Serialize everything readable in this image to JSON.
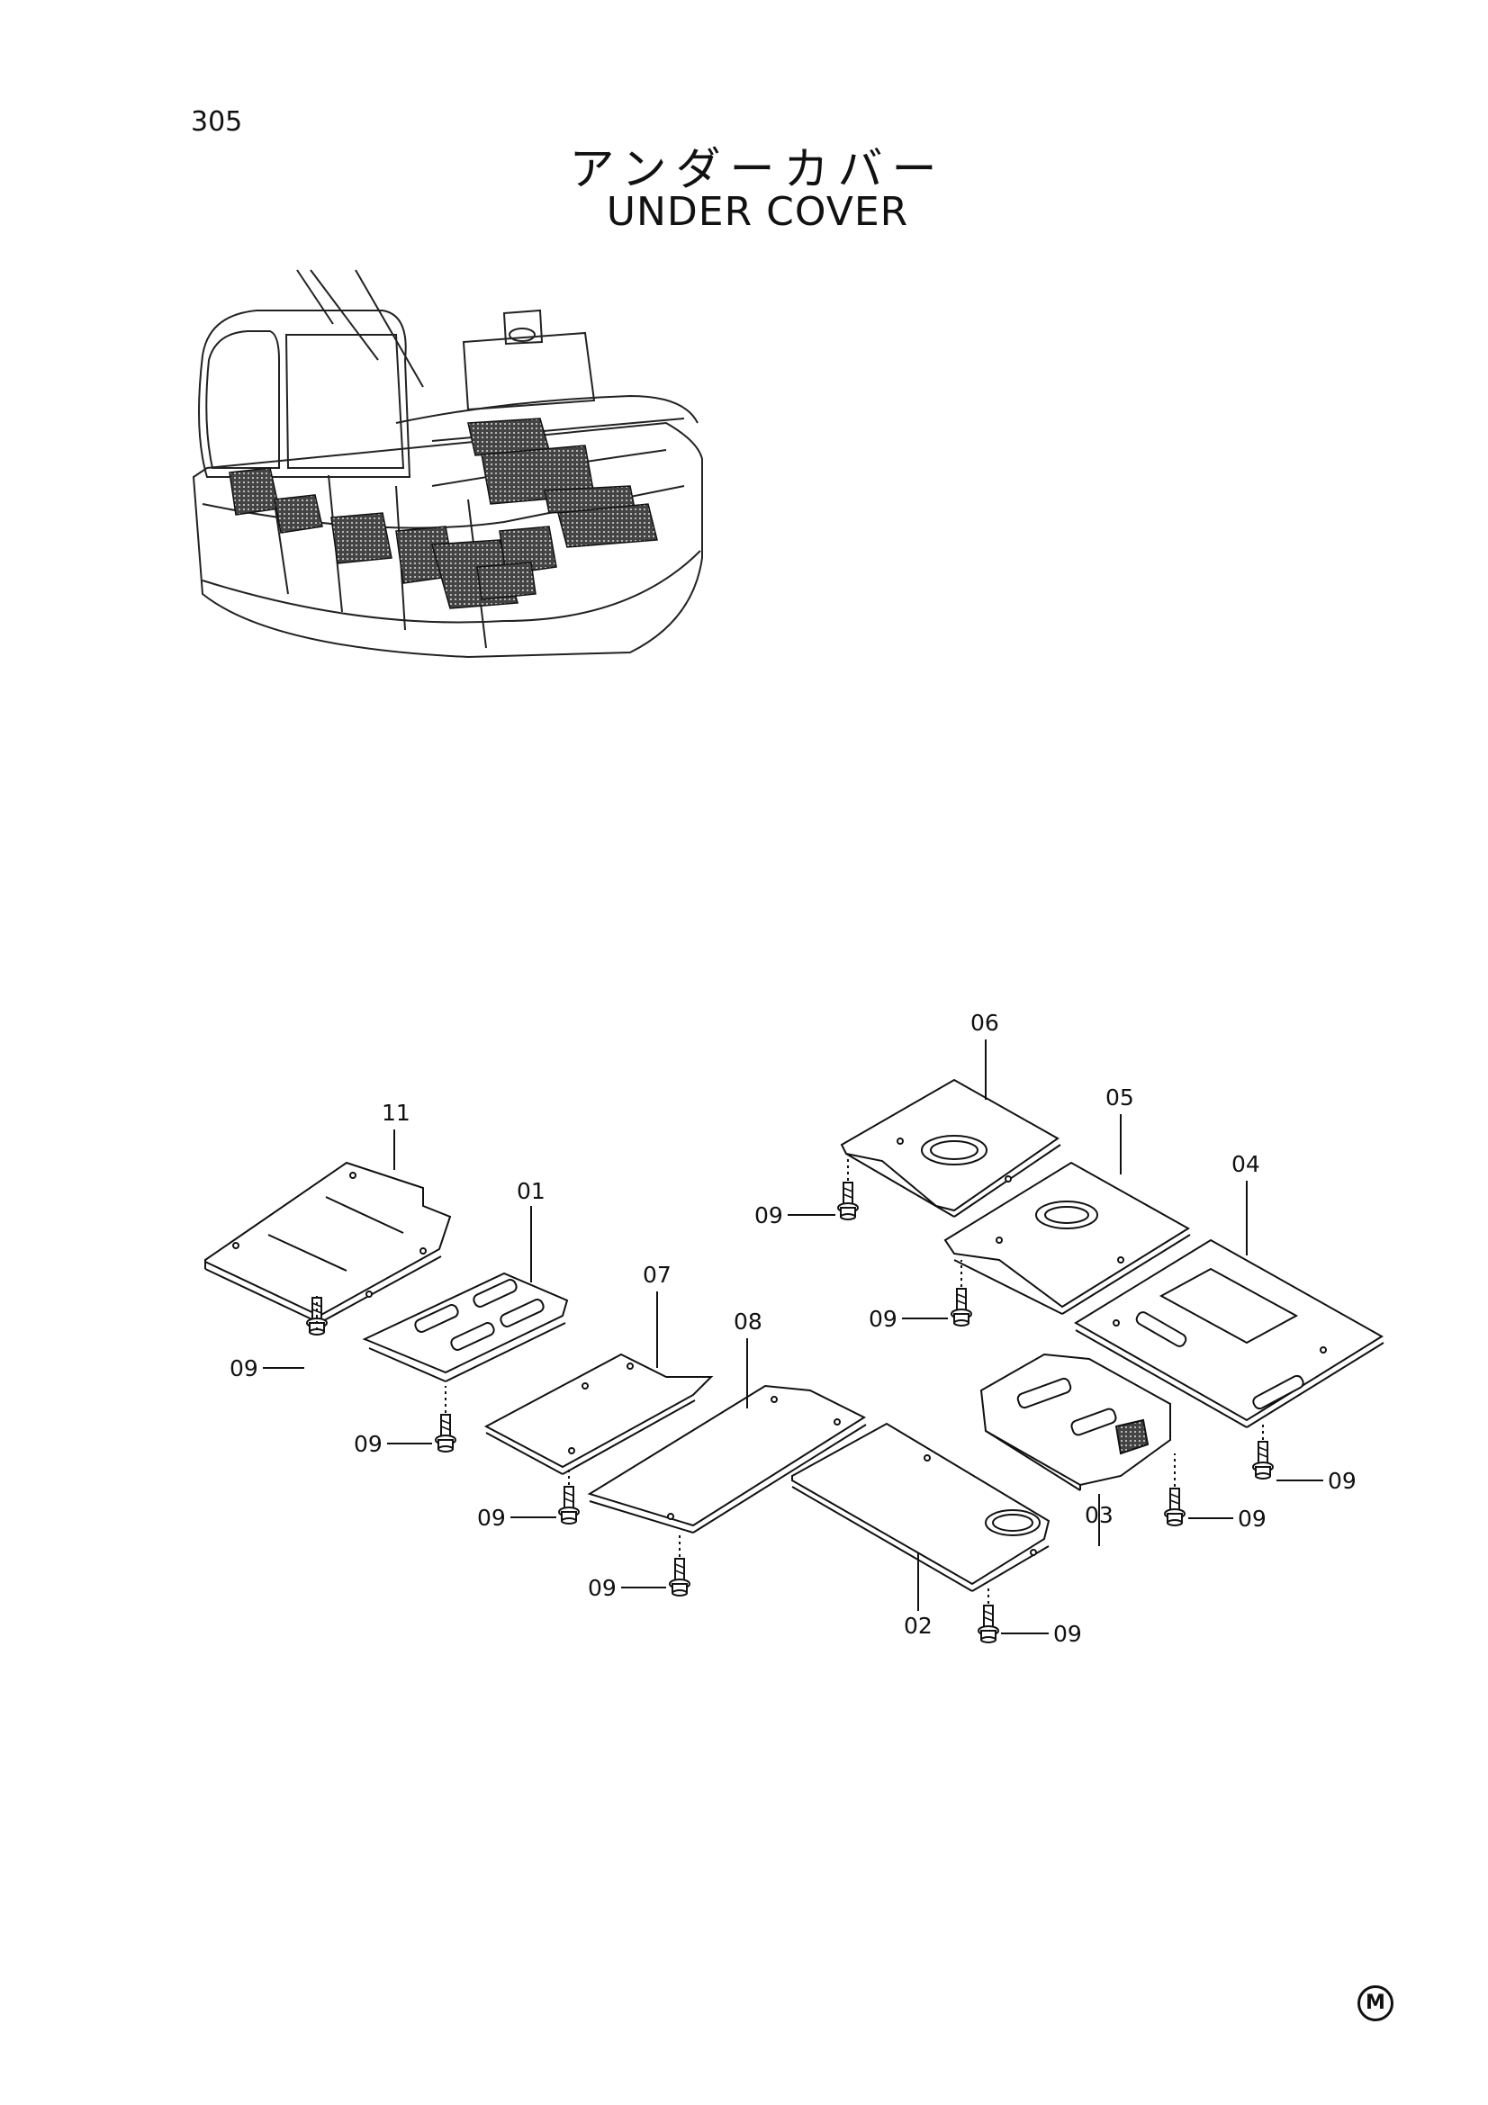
{
  "page": {
    "number": "305",
    "title_jp": "アンダーカバー",
    "title_en": "UNDER COVER",
    "maker_mark": "M"
  },
  "callouts": [
    {
      "id": "p06",
      "label": "06"
    },
    {
      "id": "p05",
      "label": "05"
    },
    {
      "id": "p04",
      "label": "04"
    },
    {
      "id": "p11",
      "label": "11"
    },
    {
      "id": "p01",
      "label": "01"
    },
    {
      "id": "p07",
      "label": "07"
    },
    {
      "id": "p08",
      "label": "08"
    },
    {
      "id": "p03",
      "label": "03"
    },
    {
      "id": "p02",
      "label": "02"
    },
    {
      "id": "b1",
      "label": "09"
    },
    {
      "id": "b2",
      "label": "09"
    },
    {
      "id": "b3",
      "label": "09"
    },
    {
      "id": "b4",
      "label": "09"
    },
    {
      "id": "b5",
      "label": "09"
    },
    {
      "id": "b6",
      "label": "09"
    },
    {
      "id": "b7",
      "label": "09"
    },
    {
      "id": "b8",
      "label": "09"
    },
    {
      "id": "b9",
      "label": "09"
    }
  ]
}
